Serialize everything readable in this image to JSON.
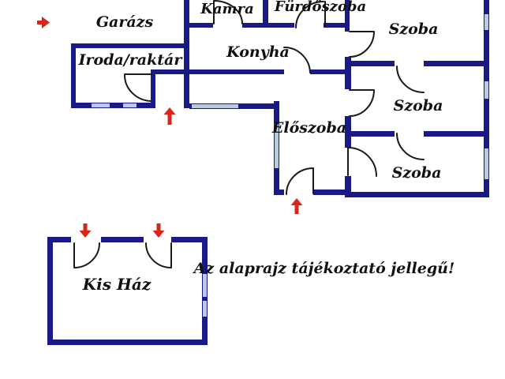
{
  "plan": {
    "labels": {
      "garage": "Garázs",
      "pantry": "Kamra",
      "bathroom": "Fürdőszoba",
      "room_top": "Szoba",
      "office": "Iroda/raktár",
      "kitchen": "Konyha",
      "room_middle": "Szoba",
      "hall": "Előszoba",
      "room_bottom": "Szoba",
      "small_house": "Kis Ház"
    },
    "disclaimer": "Az alaprajz tájékoztató jellegű!",
    "colors": {
      "wall": "#1a1a87",
      "window": "#b9cbe2",
      "door": "#1a1a1a",
      "arrow": "#d9261a",
      "text": "#111111",
      "background": "#ffffff"
    }
  }
}
